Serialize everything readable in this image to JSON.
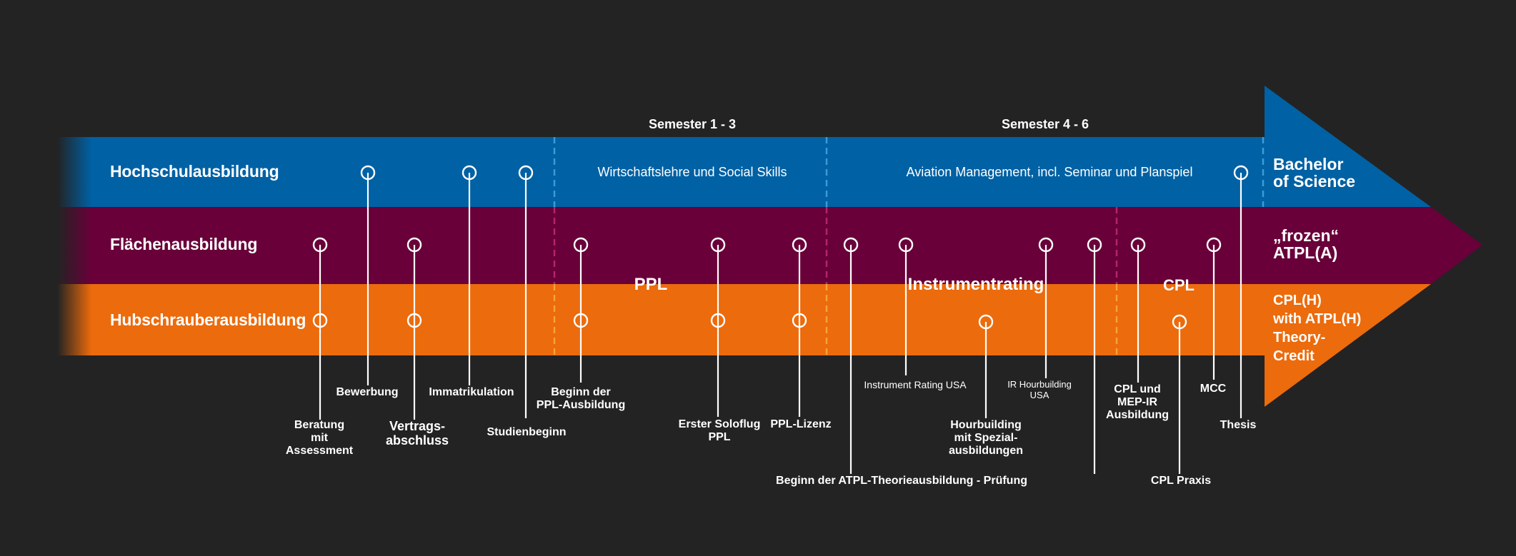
{
  "colors": {
    "background": "#232323",
    "university": "#0061a4",
    "airplane": "#690039",
    "helicopter": "#ec6b0c"
  },
  "rows": {
    "university": "Hochschulausbildung",
    "airplane": "Flächenausbildung",
    "helicopter": "Hubschrauberausbildung"
  },
  "semesters": {
    "first": "Semester 1 - 3",
    "second": "Semester 4 - 6"
  },
  "bands": {
    "economics": "Wirtschaftslehre und Social Skills",
    "aviation_mgmt": "Aviation Management, incl. Seminar und Planspiel",
    "ppl": "PPL",
    "instrument": "Instrumentrating",
    "cpl": "CPL"
  },
  "outcomes": {
    "university": "Bachelor\nof Science",
    "airplane": "„frozen“\nATPL(A)",
    "helicopter": "CPL(H)\nwith ATPL(H)\nTheory-\nCredit"
  },
  "milestones": {
    "beratung": "Beratung\nmit\nAssessment",
    "bewerbung": "Bewerbung",
    "vertrag": "Vertrags-\nabschluss",
    "immatrikulation": "Immatrikulation",
    "studienbeginn": "Studienbeginn",
    "ppl_beginn": "Beginn der\nPPL-Ausbildung",
    "soloflug": "Erster Soloflug\nPPL",
    "ppl_lizenz": "PPL-Lizenz",
    "atpl_theorie": "Beginn der ATPL-Theorieausbildung - Prüfung",
    "ir_usa": "Instrument Rating USA",
    "hourbuilding": "Hourbuilding\nmit Spezial-\nausbildungen",
    "ir_hourbuilding": "IR Hourbuilding\nUSA",
    "cpl_mep": "CPL und\nMEP-IR\nAusbildung",
    "cpl_praxis": "CPL Praxis",
    "mcc": "MCC",
    "thesis": "Thesis"
  }
}
